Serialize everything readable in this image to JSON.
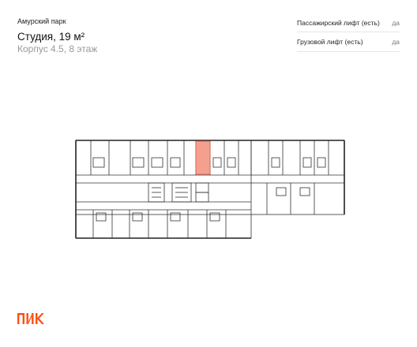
{
  "project": "Амурский парк",
  "apartment": {
    "title": "Студия, 19 м²",
    "subtitle": "Корпус 4.5, 8 этаж"
  },
  "specs": [
    {
      "label": "Пассажирский лифт (есть)",
      "value": "да"
    },
    {
      "label": "Грузовой лифт (есть)",
      "value": "да"
    }
  ],
  "colors": {
    "highlight": "#f5a08f",
    "highlight_border": "#e05a40",
    "brand": "#ff4f12",
    "wall": "#333333"
  },
  "logo": {
    "text": "ПИК",
    "icon": "pik-logo"
  }
}
